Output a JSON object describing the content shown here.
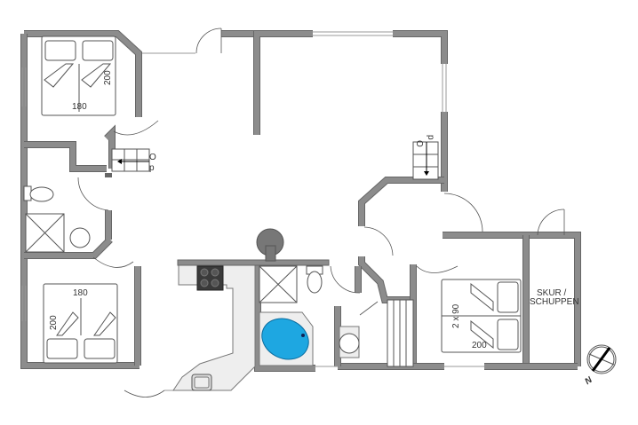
{
  "plan": {
    "bedroom_top_left": {
      "bed_width": "180",
      "bed_length": "200"
    },
    "bedroom_bottom_left": {
      "bed_width": "180",
      "bed_length": "200"
    },
    "bedroom_right": {
      "bed_count": "2 x 90",
      "bed_length": "200"
    },
    "stairs_left": {
      "label_up": "O",
      "label_down": "p"
    },
    "stairs_right": {
      "label_up": "O",
      "label_down": "p"
    },
    "shed": {
      "line1": "SKUR /",
      "line2": "SCHUPPEN"
    },
    "compass": {
      "north": "N"
    },
    "colors": {
      "wall": "#8c8c8c",
      "bathtub": "#1ea7e1",
      "stove": "#3a3a3a",
      "counter": "#eeeeee"
    }
  }
}
